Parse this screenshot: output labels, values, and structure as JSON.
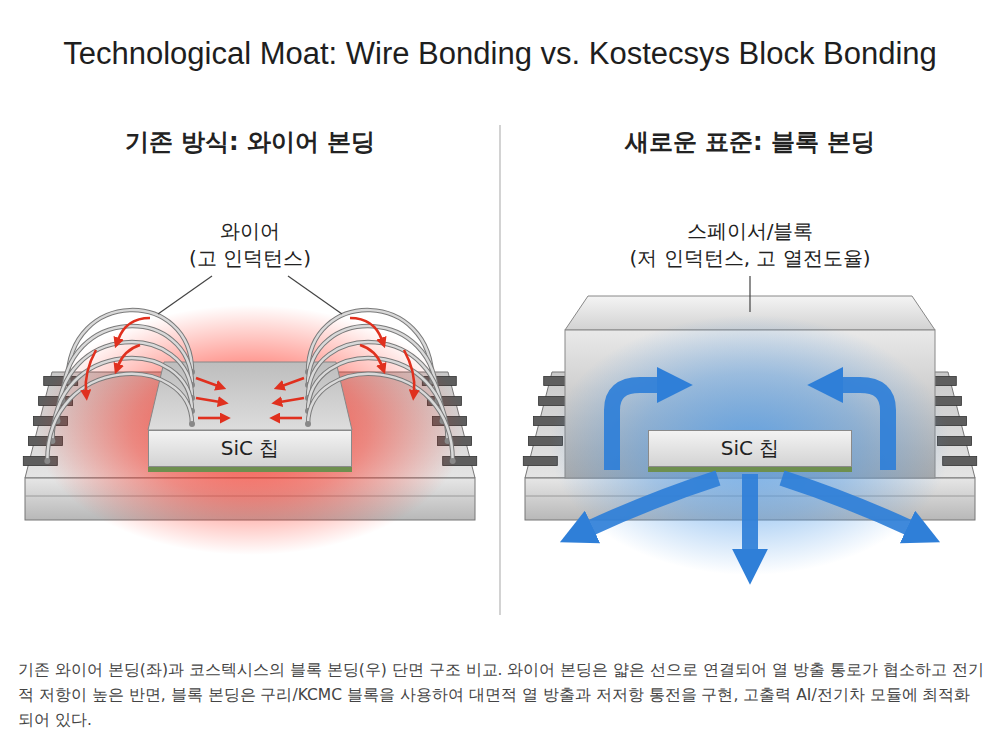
{
  "diagram": {
    "title": "Technological Moat: Wire Bonding vs. Kostecsys Block Bonding",
    "caption": "기존 와이어 본딩(좌)과 코스텍시스의 블록 본딩(우) 단면 구조 비교. 와이어 본딩은 얇은 선으로 연결되어 열 방출 통로가 협소하고 전기적 저항이 높은 반면, 블록 본딩은 구리/KCMC 블록을 사용하여 대면적 열 방출과 저저항 통전을 구현, 고출력 AI/전기차 모듈에 최적화되어 있다.",
    "nodes": [
      {
        "text": [
          "SiC 칩"
        ]
      },
      {
        "text": [
          "SiC 칩"
        ]
      }
    ],
    "labels": [
      "기존 방식: 와이어 본딩",
      "와이어",
      "(고 인덕턴스)",
      "새로운 표준: 블록 본딩",
      "스페이서/블록",
      "(저 인덕턴스, 고 열전도율)"
    ]
  }
}
